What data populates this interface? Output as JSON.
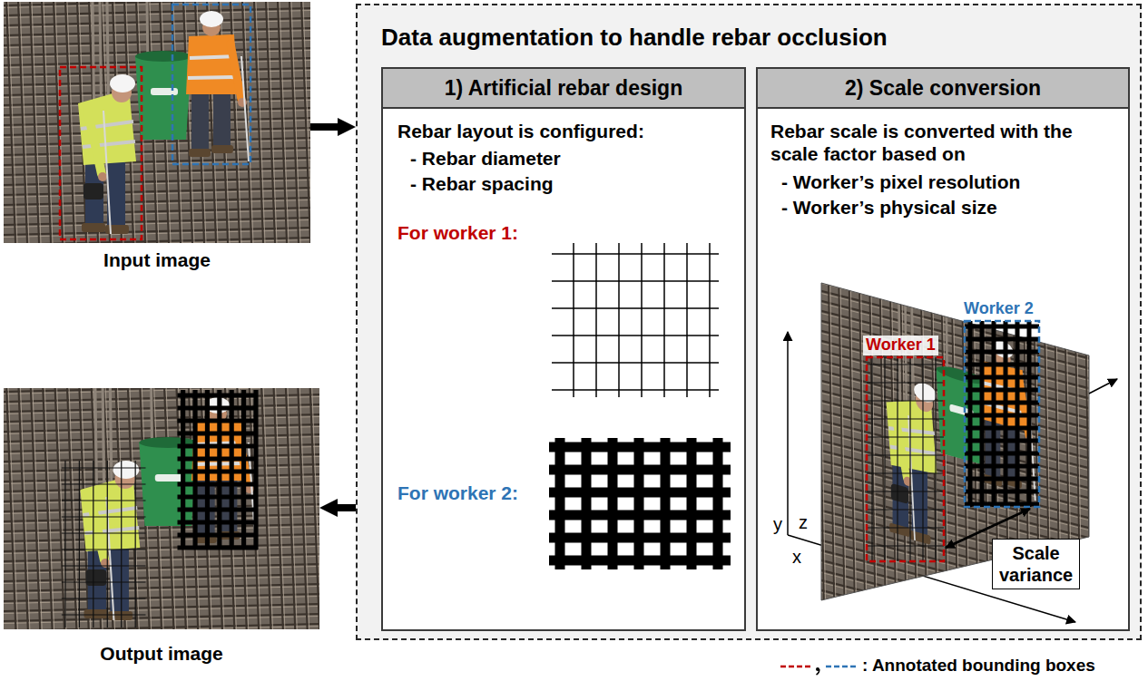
{
  "diagram": {
    "nodes": [
      {
        "text": [
          "Input image"
        ]
      },
      {
        "text": [
          "Data augmentation to handle rebar occlusion"
        ]
      },
      {
        "text": [
          "1) Artificial rebar design",
          "Rebar layout is configured:",
          "- Rebar diameter",
          "- Rebar spacing",
          "For worker 1:",
          "For worker 2:"
        ],
        "in": 1
      },
      {
        "text": [
          "2) Scale conversion",
          "Rebar scale is converted with the scale factor based on",
          "- Worker’s pixel resolution",
          "- Worker’s physical size"
        ],
        "in": 1
      },
      {
        "text": [
          "Scale variance"
        ],
        "in": 3
      },
      {
        "text": [
          "Output image"
        ]
      }
    ],
    "edges": [
      {
        "from": 0,
        "to": 1,
        "arrow": "to"
      },
      {
        "from": 1,
        "to": 5,
        "arrow": "to"
      }
    ],
    "labels": [
      "Worker 1",
      "Worker 2",
      "y",
      "z",
      "x"
    ],
    "legend": [
      {
        "text": ": Annotated bounding boxes"
      }
    ]
  }
}
